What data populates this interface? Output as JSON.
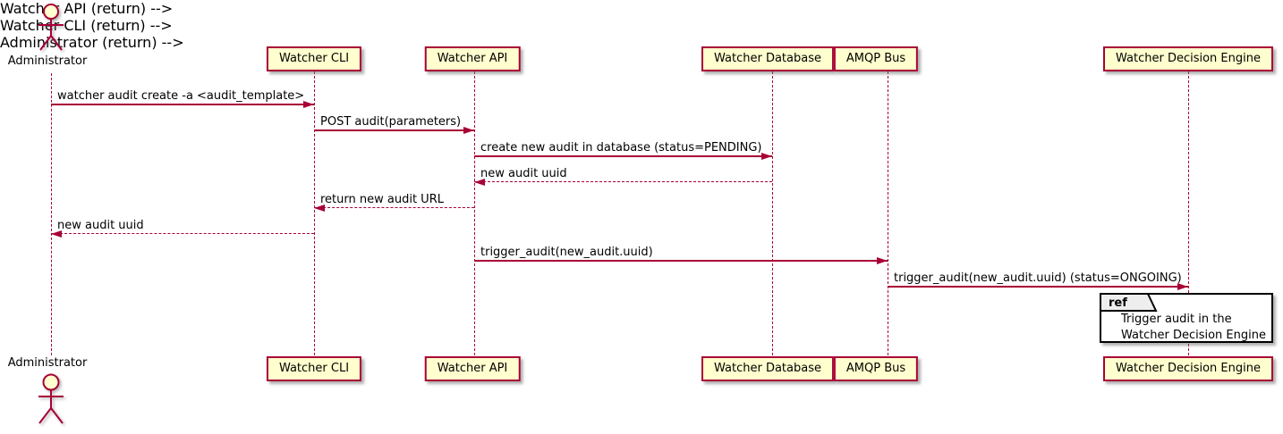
{
  "diagram_type": "sequence-diagram",
  "actor": {
    "name": "Administrator"
  },
  "participants": [
    {
      "name": "Watcher CLI"
    },
    {
      "name": "Watcher API"
    },
    {
      "name": "Watcher Database"
    },
    {
      "name": "AMQP Bus"
    },
    {
      "name": "Watcher Decision Engine"
    }
  ],
  "messages": [
    {
      "from": "Administrator",
      "to": "Watcher CLI",
      "label": "watcher audit create -a <audit_template>",
      "line": "solid"
    },
    {
      "from": "Watcher CLI",
      "to": "Watcher API",
      "label": "POST audit(parameters)",
      "line": "solid"
    },
    {
      "from": "Watcher API",
      "to": "Watcher Database",
      "label": "create new audit in database (status=PENDING)",
      "line": "solid"
    },
    {
      "from": "Watcher Database",
      "to": "Watcher API",
      "label": "new audit uuid",
      "line": "dashed"
    },
    {
      "from": "Watcher API",
      "to": "Watcher CLI",
      "label": "return new audit URL",
      "line": "dashed"
    },
    {
      "from": "Watcher CLI",
      "to": "Administrator",
      "label": "new audit uuid",
      "line": "dashed"
    },
    {
      "from": "Watcher API",
      "to": "AMQP Bus",
      "label": "trigger_audit(new_audit.uuid)",
      "line": "solid"
    },
    {
      "from": "AMQP Bus",
      "to": "Watcher Decision Engine",
      "label": "trigger_audit(new_audit.uuid) (status=ONGOING)",
      "line": "solid"
    }
  ],
  "ref_fragment": {
    "keyword": "ref",
    "over": "Watcher Decision Engine",
    "line1": "Trigger audit in the",
    "line2": "Watcher Decision Engine"
  },
  "colors": {
    "accent": "#A80036",
    "participant_fill": "#FEFECE",
    "ref_header_fill": "#EEEEEE",
    "ref_border": "#000000",
    "text": "#000000"
  }
}
